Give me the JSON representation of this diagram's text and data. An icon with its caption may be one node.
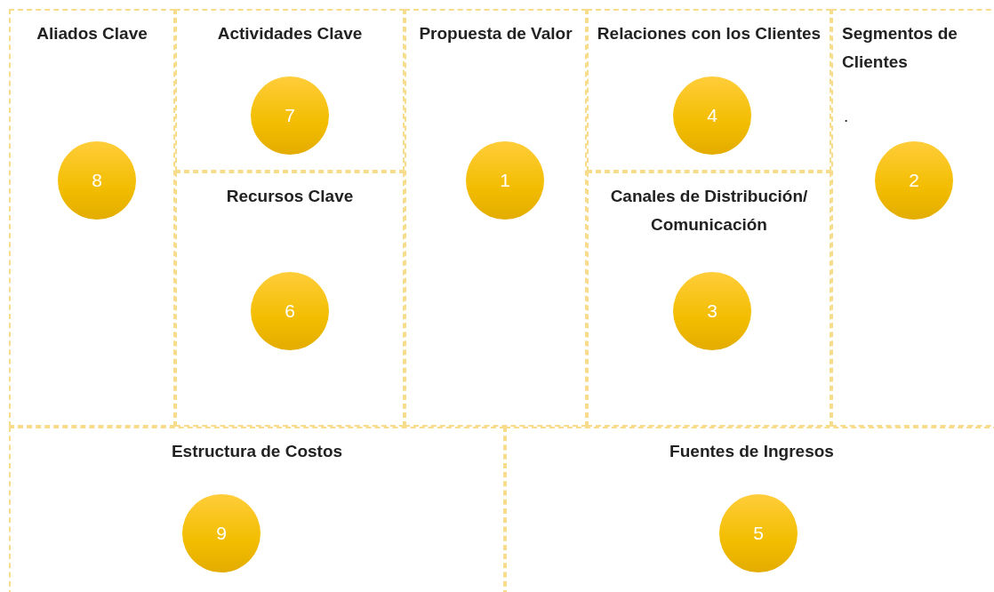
{
  "diagram": {
    "nodes": [
      {
        "text": [
          "Aliados Clave"
        ]
      },
      {
        "text": [
          "8"
        ],
        "in": 0
      },
      {
        "text": [
          "Actividades Clave"
        ]
      },
      {
        "text": [
          "7"
        ],
        "in": 2
      },
      {
        "text": [
          "Propuesta de Valor"
        ]
      },
      {
        "text": [
          "1"
        ],
        "in": 4
      },
      {
        "text": [
          "Relaciones con los Clientes"
        ]
      },
      {
        "text": [
          "4"
        ],
        "in": 6
      },
      {
        "text": [
          "Segmentos de Clientes",
          "."
        ]
      },
      {
        "text": [
          "2"
        ],
        "in": 8
      },
      {
        "text": [
          "Recursos Clave"
        ]
      },
      {
        "text": [
          "6"
        ],
        "in": 10
      },
      {
        "text": [
          "Canales de Distribución/ Comunicación"
        ]
      },
      {
        "text": [
          "3"
        ],
        "in": 12
      },
      {
        "text": [
          "Estructura de Costos"
        ]
      },
      {
        "text": [
          "9"
        ],
        "in": 14
      },
      {
        "text": [
          "Fuentes de Ingresos"
        ]
      },
      {
        "text": [
          "5"
        ],
        "in": 16
      }
    ]
  }
}
